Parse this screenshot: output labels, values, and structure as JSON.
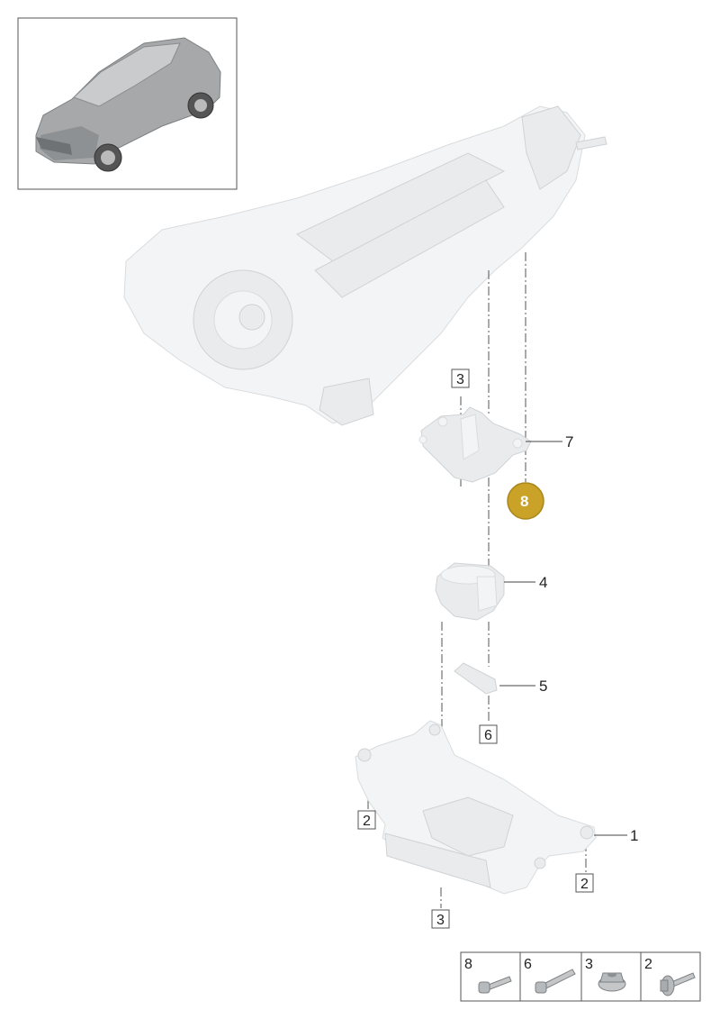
{
  "callouts": {
    "c1": "1",
    "c2_left": "2",
    "c2_right": "2",
    "c3_top": "3",
    "c3_bottom": "3",
    "c4": "4",
    "c5": "5",
    "c6": "6",
    "c7": "7",
    "c8_badge": "8"
  },
  "fastener_table": [
    {
      "number": "8",
      "icon": "bolt-icon"
    },
    {
      "number": "6",
      "icon": "long-bolt-icon"
    },
    {
      "number": "3",
      "icon": "flange-nut-icon"
    },
    {
      "number": "2",
      "icon": "flange-bolt-icon"
    }
  ],
  "colors": {
    "badge": "#c9a227",
    "car": "#9a9c9e",
    "parts": "#f3f4f5"
  }
}
